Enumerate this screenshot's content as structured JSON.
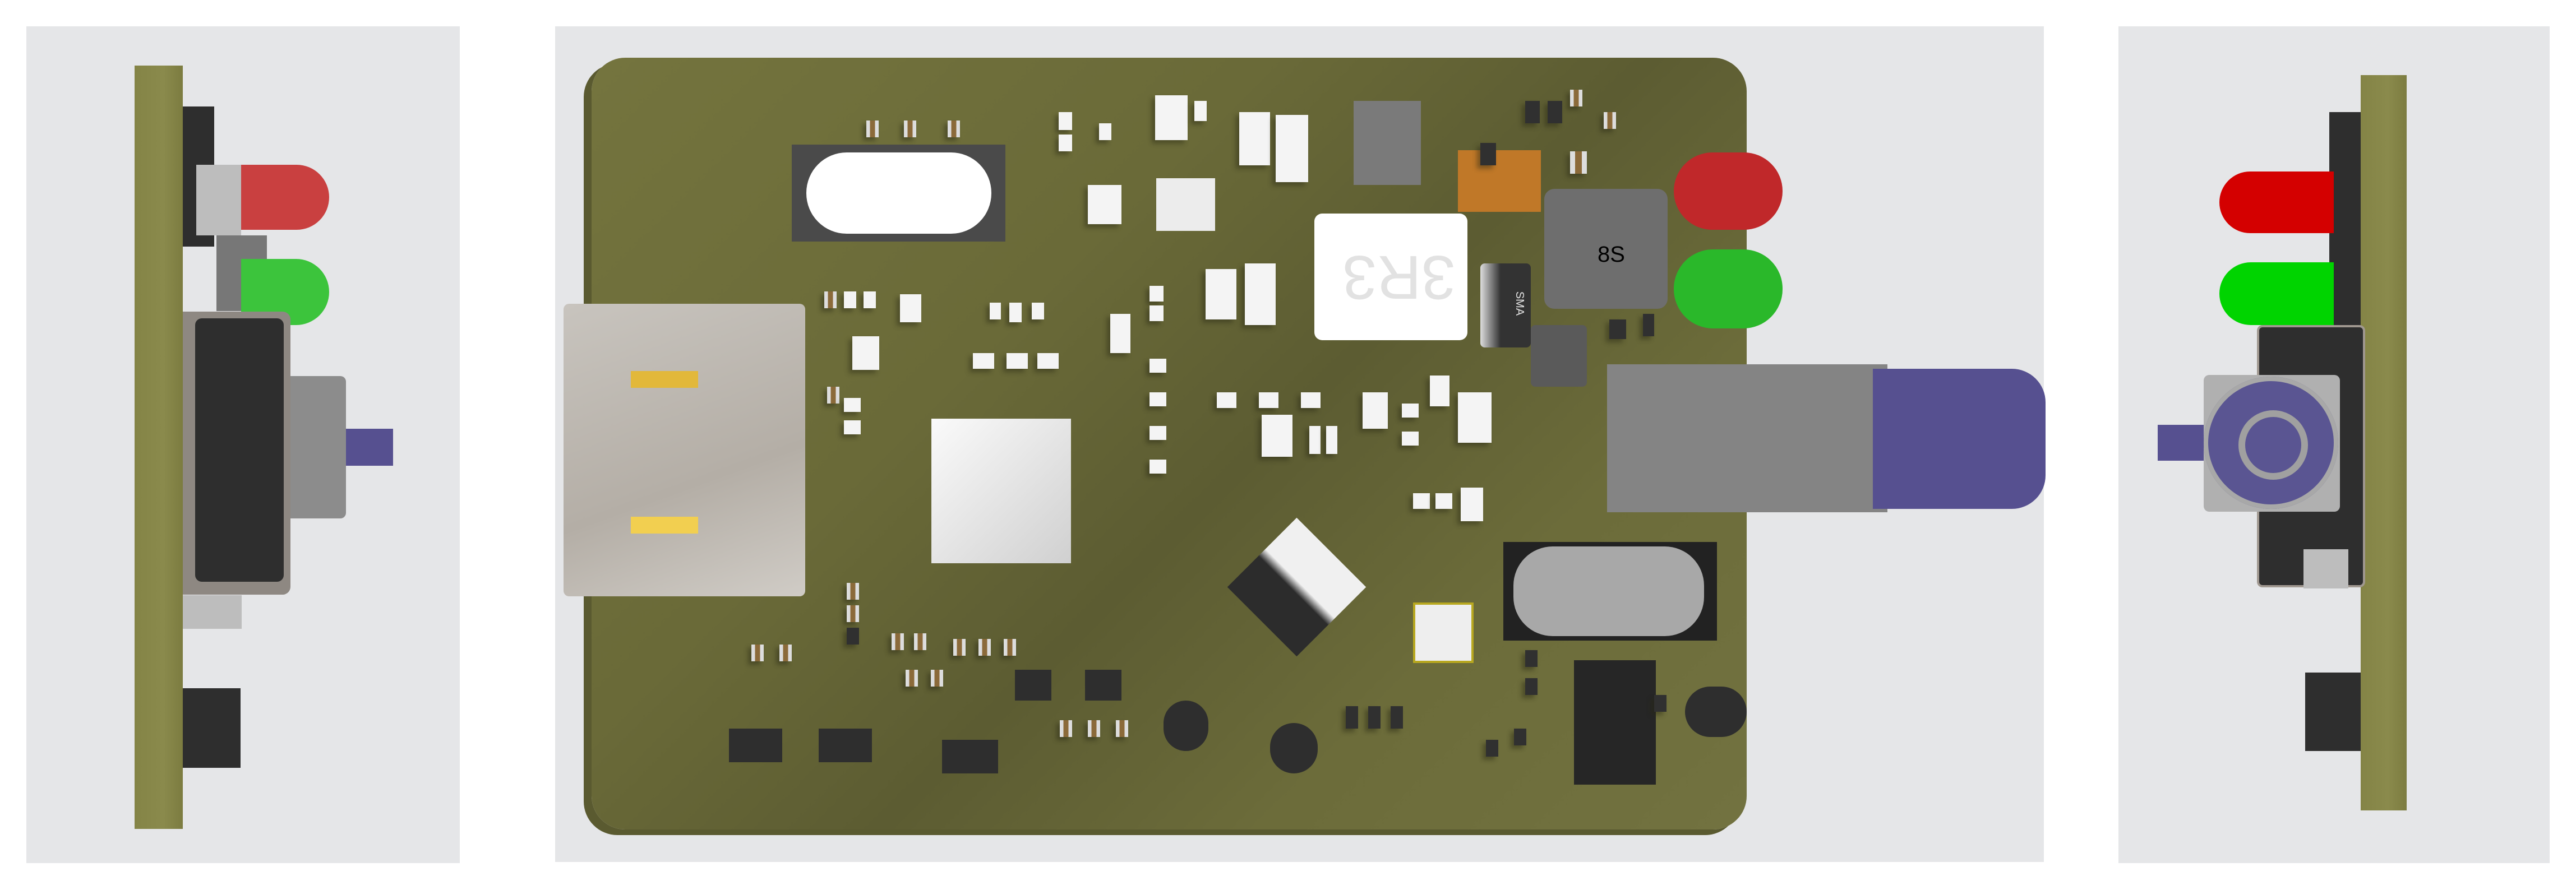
{
  "markings": {
    "inductor_main": "3R3",
    "inductor_power": "8S",
    "diode": "SMA"
  },
  "colors": {
    "background": "#e5e6e8",
    "pcb": "#6e6e3a",
    "led_red": "#c0282a",
    "led_green": "#2ab82a",
    "jack_purple": "#565090"
  }
}
